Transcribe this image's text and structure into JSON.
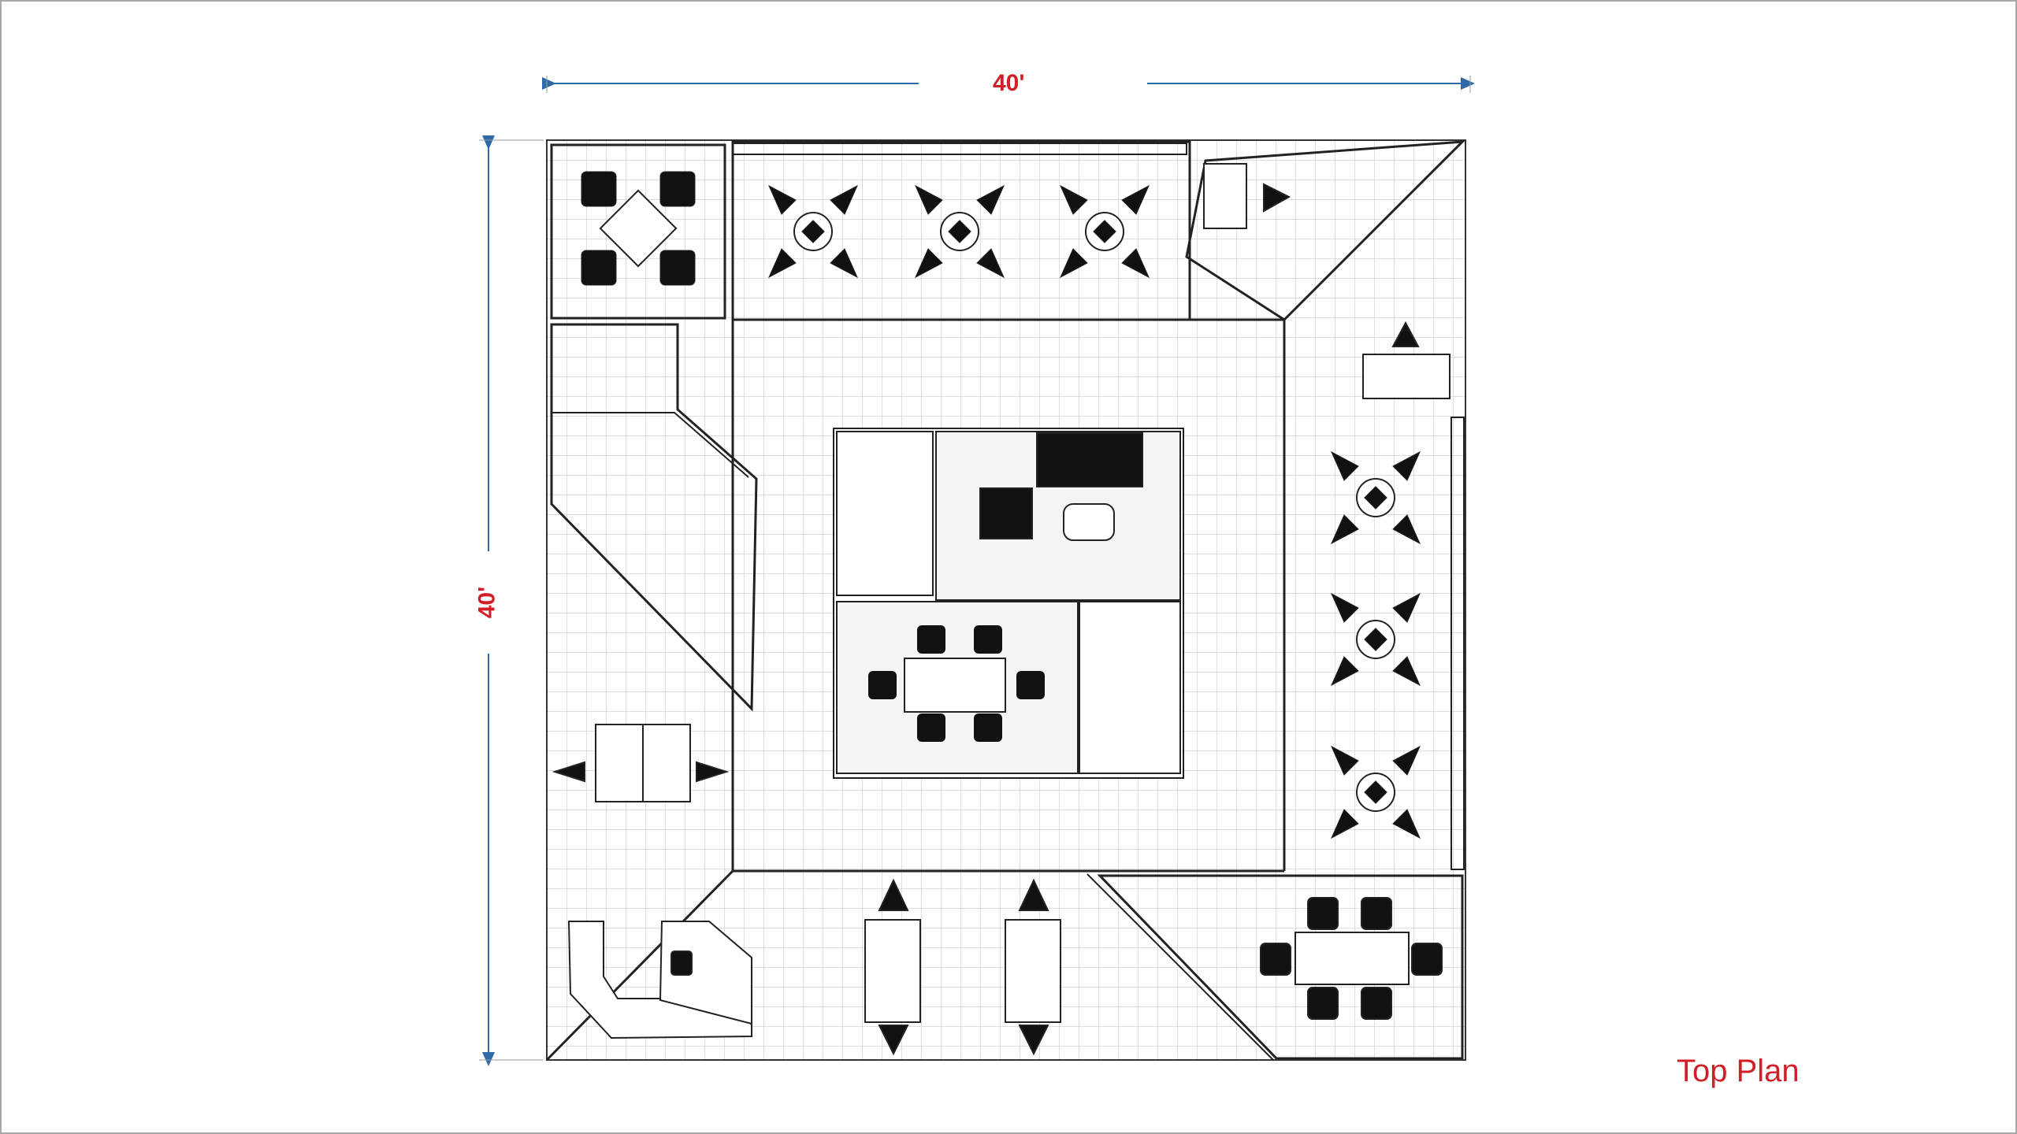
{
  "plan": {
    "title": "Top Plan",
    "width_dimension": "40'",
    "height_dimension": "40'",
    "accent_color": "#d11f2a",
    "dimension_line_color": "#2f6aa8"
  }
}
